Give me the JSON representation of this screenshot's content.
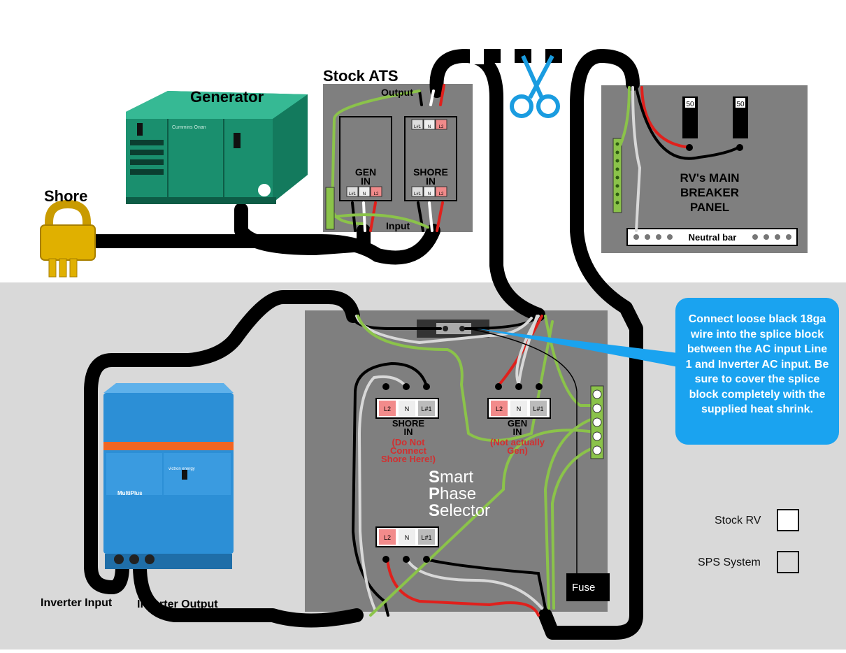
{
  "labels": {
    "generator": "Generator",
    "shore": "Shore",
    "stock_ats": "Stock ATS",
    "ats_output": "Output",
    "ats_input": "Input",
    "ats_gen_in": [
      "GEN",
      "IN"
    ],
    "ats_shore_in": [
      "SHORE",
      "IN"
    ],
    "breaker_panel": [
      "RV's MAIN",
      "BREAKER",
      "PANEL"
    ],
    "breaker_rating": "50",
    "neutral_bar": "Neutral bar",
    "inverter_input": "Inverter Input",
    "inverter_output": "Inverter Output",
    "fuse": "Fuse"
  },
  "sps": {
    "title_lines": [
      {
        "initial": "S",
        "rest": "mart"
      },
      {
        "initial": "P",
        "rest": "hase"
      },
      {
        "initial": "S",
        "rest": "elector"
      }
    ],
    "shore_in": [
      "SHORE",
      "IN"
    ],
    "shore_in_note": [
      "(Do Not",
      "Connect",
      "Shore Here!)"
    ],
    "gen_in": [
      "GEN",
      "IN"
    ],
    "gen_in_note": [
      "(Not actually",
      "Gen)"
    ],
    "terminals": {
      "l2": "L2",
      "n": "N",
      "l1": "L#1"
    }
  },
  "ats_terminals": {
    "l2": "L2",
    "n": "N",
    "l1": "L#1"
  },
  "callout": {
    "text": "Connect loose black 18ga wire into the splice block between the AC input Line 1 and Inverter AC input. Be sure to cover the splice block completely with the supplied heat shrink."
  },
  "legend": {
    "stock_rv": "Stock RV",
    "sps_system": "SPS System"
  },
  "inverter": {
    "brand": "victron energy",
    "model": "MultiPlus"
  },
  "generator_brand": "Cummins Onan",
  "colors": {
    "wire_black": "#000000",
    "wire_red": "#e0201c",
    "wire_white": "#d8d8d8",
    "wire_green": "#8bc34a",
    "panel_gray": "#7f7f7f",
    "sps_zone": "#d9d9d9",
    "callout_blue": "#1aa3f0",
    "inverter_blue": "#2c8fd6",
    "generator_green": "#1f9e7a",
    "plug_gold": "#e0b000",
    "warning_red": "#d32f2f"
  }
}
